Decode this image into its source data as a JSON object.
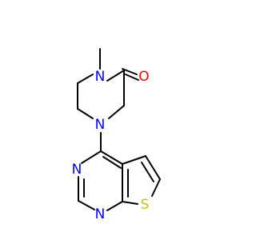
{
  "molecule": {
    "atoms": [
      {
        "id": "o1",
        "symbol": "O",
        "color": "#ff0000"
      },
      {
        "id": "n1",
        "symbol": "N",
        "color": "#0000ff"
      },
      {
        "id": "n4",
        "symbol": "N",
        "color": "#0000ff"
      },
      {
        "id": "n_pyr3",
        "symbol": "N",
        "color": "#0000ff"
      },
      {
        "id": "n_pyr1",
        "symbol": "N",
        "color": "#0000ff"
      },
      {
        "id": "s1",
        "symbol": "S",
        "color": "#c6c600"
      }
    ],
    "bond_color": "#000000"
  }
}
